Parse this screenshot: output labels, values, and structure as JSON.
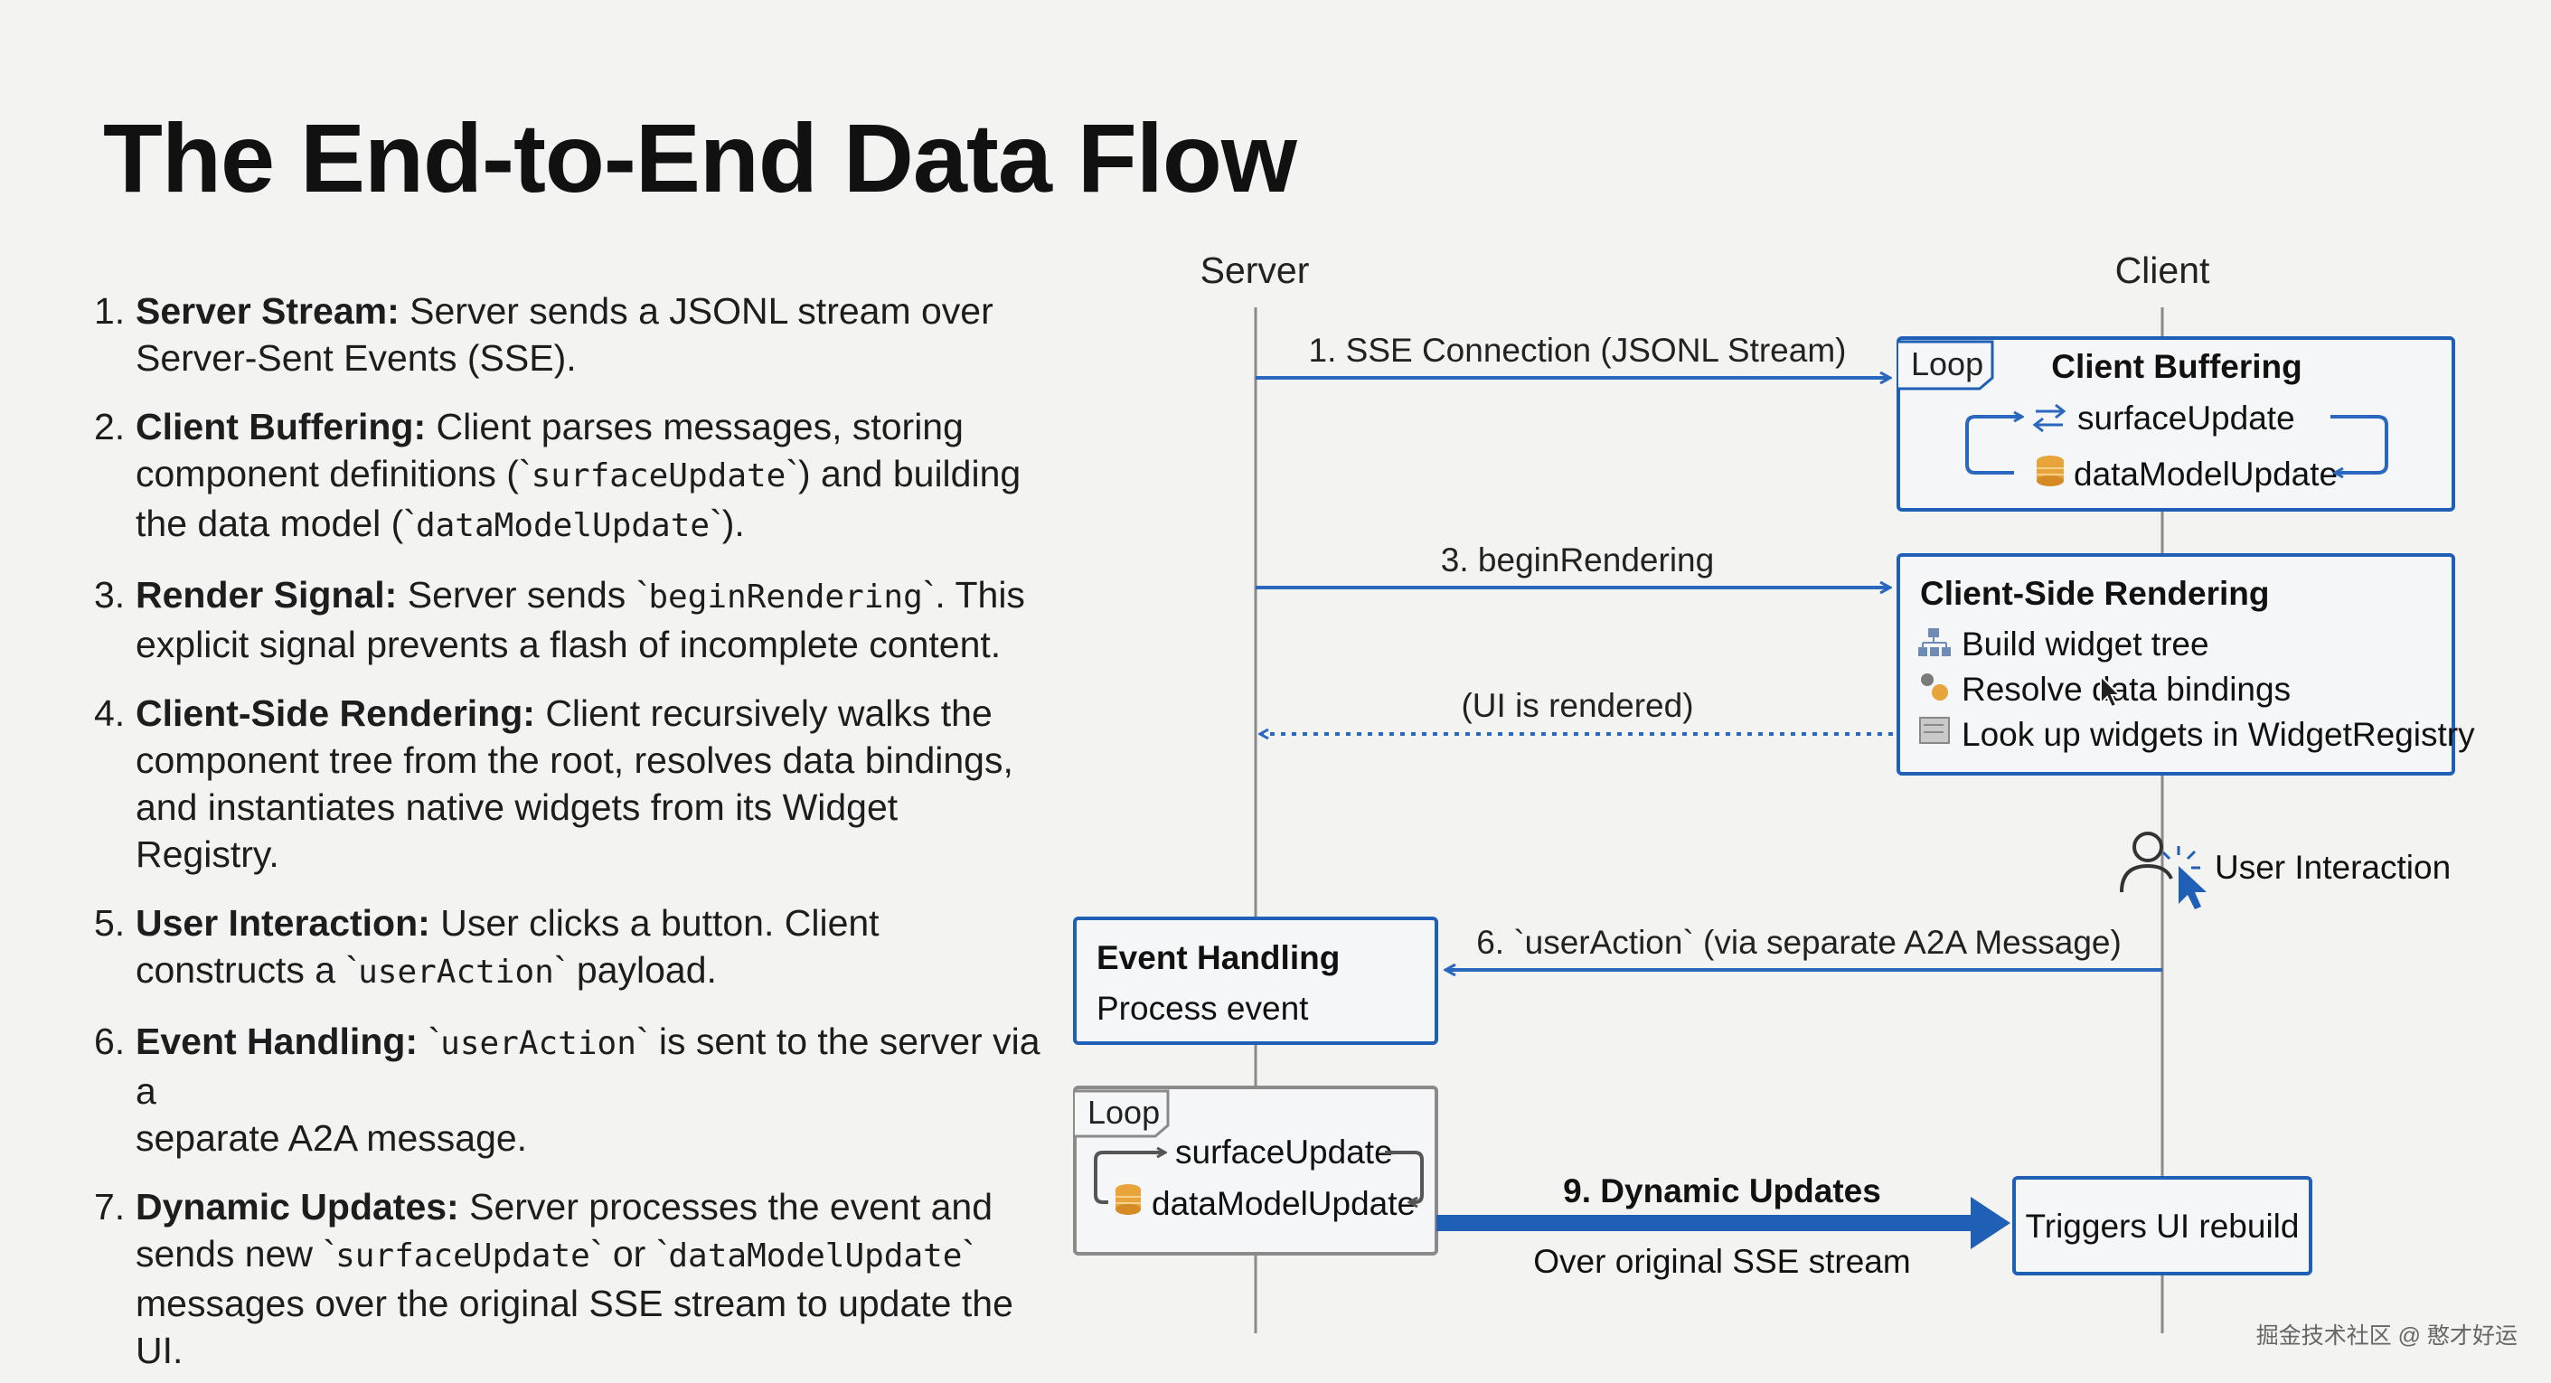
{
  "title": "The End-to-End Data Flow",
  "steps": [
    {
      "num": "1.",
      "head": "Server Stream:",
      "html": "Server sends a JSONL stream over<br>Server-Sent Events (SSE)."
    },
    {
      "num": "2.",
      "head": "Client Buffering:",
      "html": "Client parses messages, storing<br>component definitions (`<span class=\"mono\">surfaceUpdate</span>`) and building<br>the data model (`<span class=\"mono\">dataModelUpdate</span>`)."
    },
    {
      "num": "3.",
      "head": "Render Signal:",
      "html": "Server sends `<span class=\"mono\">beginRendering</span>`. This<br>explicit signal prevents a flash of incomplete content."
    },
    {
      "num": "4.",
      "head": "Client-Side Rendering:",
      "html": "Client recursively walks the<br>component tree from the root, resolves data bindings,<br>and instantiates native widgets from its Widget<br>Registry."
    },
    {
      "num": "5.",
      "head": "User Interaction:",
      "html": "User clicks a button. Client<br>constructs a `<span class=\"mono\">userAction</span>` payload."
    },
    {
      "num": "6.",
      "head": "Event Handling:",
      "html": "`<span class=\"mono\">userAction</span>` is sent to the server via a<br>separate A2A message."
    },
    {
      "num": "7.",
      "head": "Dynamic Updates:",
      "html": "Server processes the event and<br>sends new `<span class=\"mono\">surfaceUpdate</span>` or `<span class=\"mono\">dataModelUpdate</span>`<br>messages over the original SSE stream to update the UI."
    }
  ],
  "diagram": {
    "server_label": "Server",
    "client_label": "Client",
    "msg1": "1. SSE Connection (JSONL Stream)",
    "msg3": "3. beginRendering",
    "msg_rendered": "(UI is rendered)",
    "msg6": "6. `userAction` (via separate A2A Message)",
    "msg9_title": "9. Dynamic Updates",
    "msg9_sub": "Over original SSE stream",
    "client_buffering": {
      "loop": "Loop",
      "title": "Client Buffering",
      "item1": "surfaceUpdate",
      "item2": "dataModelUpdate"
    },
    "client_rendering": {
      "title": "Client-Side Rendering",
      "item1": "Build widget tree",
      "item2": "Resolve data bindings",
      "item3": "Look up widgets in WidgetRegistry"
    },
    "user_interaction": "User Interaction",
    "event_handling": {
      "title": "Event Handling",
      "text": "Process event"
    },
    "server_loop": {
      "loop": "Loop",
      "item1": "surfaceUpdate",
      "item2": "dataModelUpdate"
    },
    "rebuild": "Triggers UI rebuild"
  },
  "watermark": "掘金技术社区 @ 憨才好运",
  "colors": {
    "accent": "#1f5fb5",
    "arrow": "#2a67bf",
    "lifeline": "#8a8a8a",
    "background": "#f3f3f1"
  }
}
